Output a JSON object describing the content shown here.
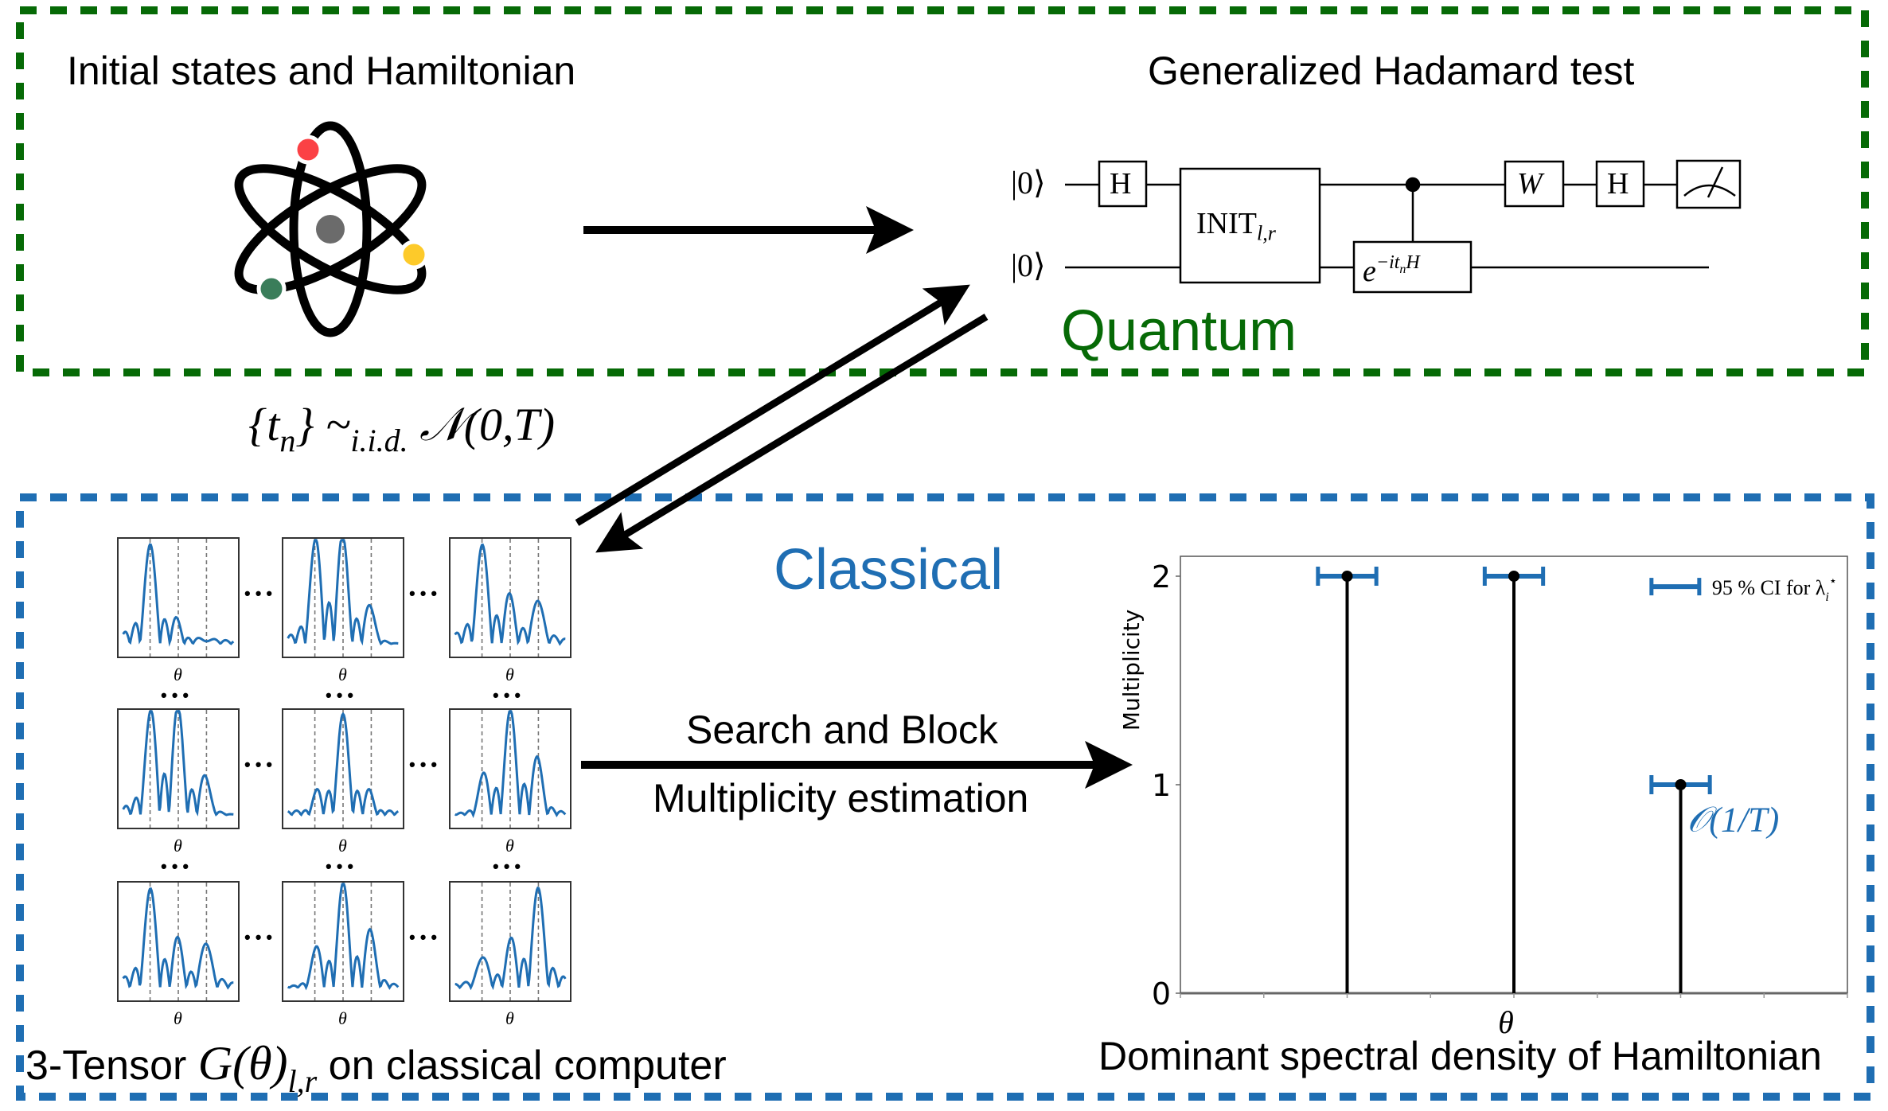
{
  "quantum_panel": {
    "title_left": "Initial states and Hamiltonian",
    "title_right": "Generalized Hadamard test",
    "section_label": "Quantum",
    "border_color": "#066a06",
    "atom_colors": {
      "nucleus": "#6b6b6b",
      "electron_red": "#fb4145",
      "electron_yellow": "#fdca2a",
      "electron_green": "#3a7d5a"
    },
    "circuit": {
      "qubits": [
        "|0⟩",
        "|0⟩"
      ],
      "gates": {
        "h1": "H",
        "init": "INIT",
        "init_sub": "l,r",
        "evolution": "e",
        "evolution_sup": "−it",
        "evolution_sup_sub": "n",
        "evolution_sup_tail": "H",
        "w": "W",
        "h2": "H"
      },
      "measurement": "meter-icon"
    }
  },
  "sampling": {
    "set": "{t",
    "set_sub": "n",
    "set_close": "} ~",
    "dist_sub": "i.i.d.",
    "dist": "𝒩(0,T)"
  },
  "classical_panel": {
    "section_label": "Classical",
    "border_color": "#1f6eb3",
    "curve_color": "#1f6eb3",
    "tensor_label_prefix": "3-Tensor ",
    "tensor_label_math": "G(θ)",
    "tensor_label_sub": "l,r",
    "tensor_label_suffix": " on classical computer",
    "mini_plot_xlabel": "θ",
    "ellipsis": "•••",
    "mini_plots": [
      [
        {
          "peaks": [
            1.0,
            0.16,
            0.07
          ]
        },
        {
          "peaks": [
            1.0,
            1.0,
            0.35
          ]
        },
        {
          "peaks": [
            1.0,
            0.4,
            0.46
          ]
        }
      ],
      [
        {
          "peaks": [
            1.0,
            1.0,
            0.36
          ]
        },
        {
          "peaks": [
            0.16,
            1.0,
            0.16
          ]
        },
        {
          "peaks": [
            0.36,
            1.0,
            0.52
          ]
        }
      ],
      [
        {
          "peaks": [
            1.0,
            0.4,
            0.47
          ]
        },
        {
          "peaks": [
            0.35,
            1.0,
            0.52
          ]
        },
        {
          "peaks": [
            0.33,
            0.4,
            1.0
          ]
        }
      ]
    ],
    "process_label_top": "Search and Block",
    "process_label_bottom": "Multiplicity estimation",
    "result_caption": "Dominant spectral density of Hamiltonian"
  },
  "chart_data": {
    "type": "stem",
    "title": "",
    "xlabel": "θ",
    "ylabel": "Multiplicity",
    "ylim": [
      0,
      2.1
    ],
    "yticks": [
      "0",
      "1",
      "2"
    ],
    "yticks_values": [
      0,
      1,
      2
    ],
    "xlim": [
      0,
      8
    ],
    "xticks_values": [
      0,
      1,
      2,
      3,
      4,
      5,
      6,
      7,
      8
    ],
    "x": [
      2,
      4,
      6
    ],
    "values": [
      2,
      2,
      1
    ],
    "ci_halfwidth": 0.35,
    "legend": {
      "label": "95 % CI for λ",
      "label_sup": "⋆",
      "label_sub": "i",
      "placement": "top-right"
    },
    "annotation": "𝒪(1/T)",
    "stem_color": "#000000",
    "ci_color": "#1f6eb3"
  }
}
